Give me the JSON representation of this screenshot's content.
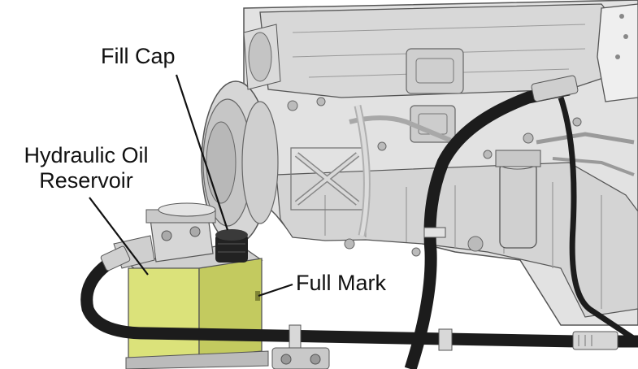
{
  "labels": {
    "fill_cap": "Fill Cap",
    "reservoir_line1": "Hydraulic Oil",
    "reservoir_line2": "Reservoir",
    "full_mark": "Full Mark"
  },
  "colors": {
    "background": "#ffffff",
    "engine_light": "#e2e2e2",
    "engine_mid": "#c4c4c4",
    "engine_dark": "#8c8c8c",
    "engine_outline": "#555555",
    "reservoir_yellow": "#dbe27a",
    "reservoir_shade": "#c3ca5f",
    "hose": "#1c1c1c",
    "leader_line": "#111111"
  },
  "icons": [
    "engine-block-illustration",
    "hydraulic-reservoir-illustration",
    "fill-cap-illustration",
    "hose-illustration"
  ]
}
